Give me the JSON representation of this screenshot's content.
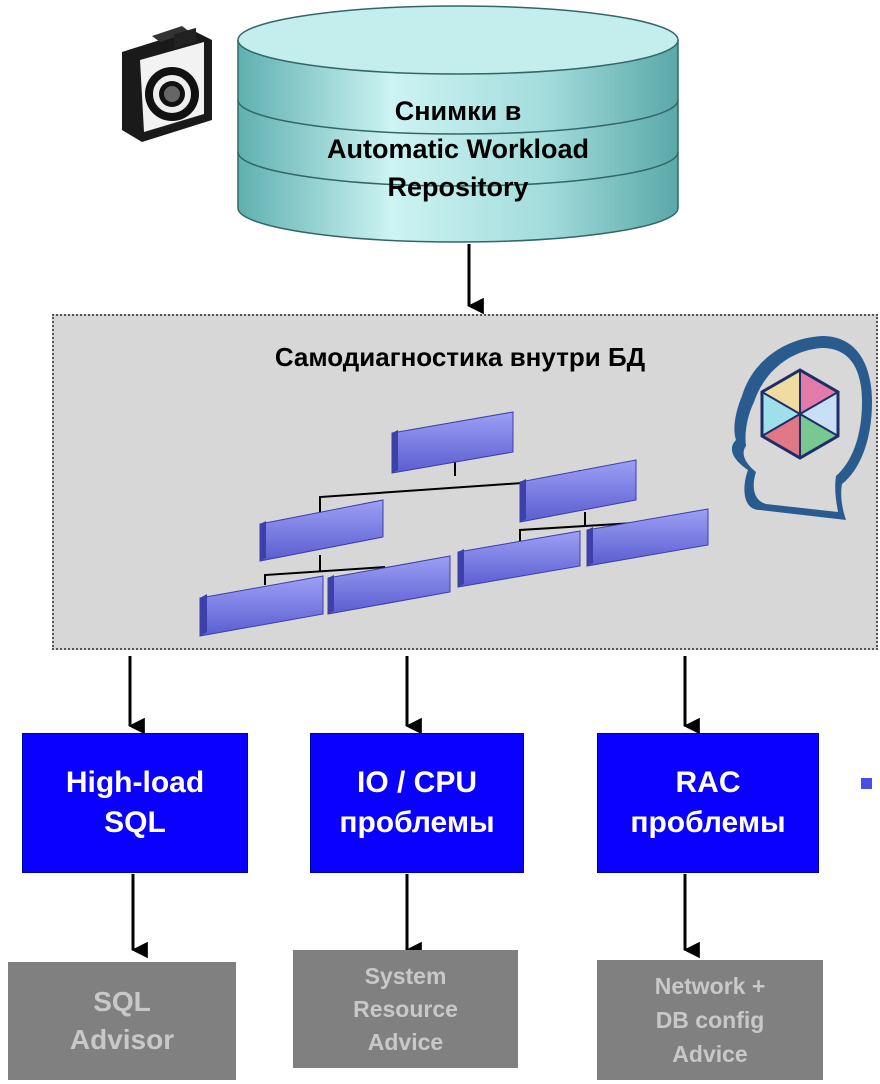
{
  "repository": {
    "line1": "Снимки в",
    "line2": "Automatic Workload",
    "line3": "Repository"
  },
  "diagnostics": {
    "title": "Самодиагностика внутри БД"
  },
  "problems": [
    {
      "line1": "High-load",
      "line2": "SQL"
    },
    {
      "line1": "IO / CPU",
      "line2": "проблемы"
    },
    {
      "line1": "RAC",
      "line2": "проблемы"
    }
  ],
  "advisors": [
    {
      "lines": [
        "SQL",
        "Advisor"
      ]
    },
    {
      "lines": [
        "System",
        "Resource",
        "Advice"
      ]
    },
    {
      "lines": [
        "Network +",
        "DB config",
        "Advice"
      ]
    }
  ],
  "colors": {
    "problem_box": "#0a00ff",
    "advisor_box": "#808080",
    "advisor_text": "#c8c8c8",
    "panel": "#d7d7d7",
    "cylinder": "#aee6e6",
    "chart_block": "#6f72e0"
  },
  "icons": [
    "camera-icon",
    "database-cylinder-icon",
    "head-icon",
    "hierarchy-chart-icon"
  ]
}
